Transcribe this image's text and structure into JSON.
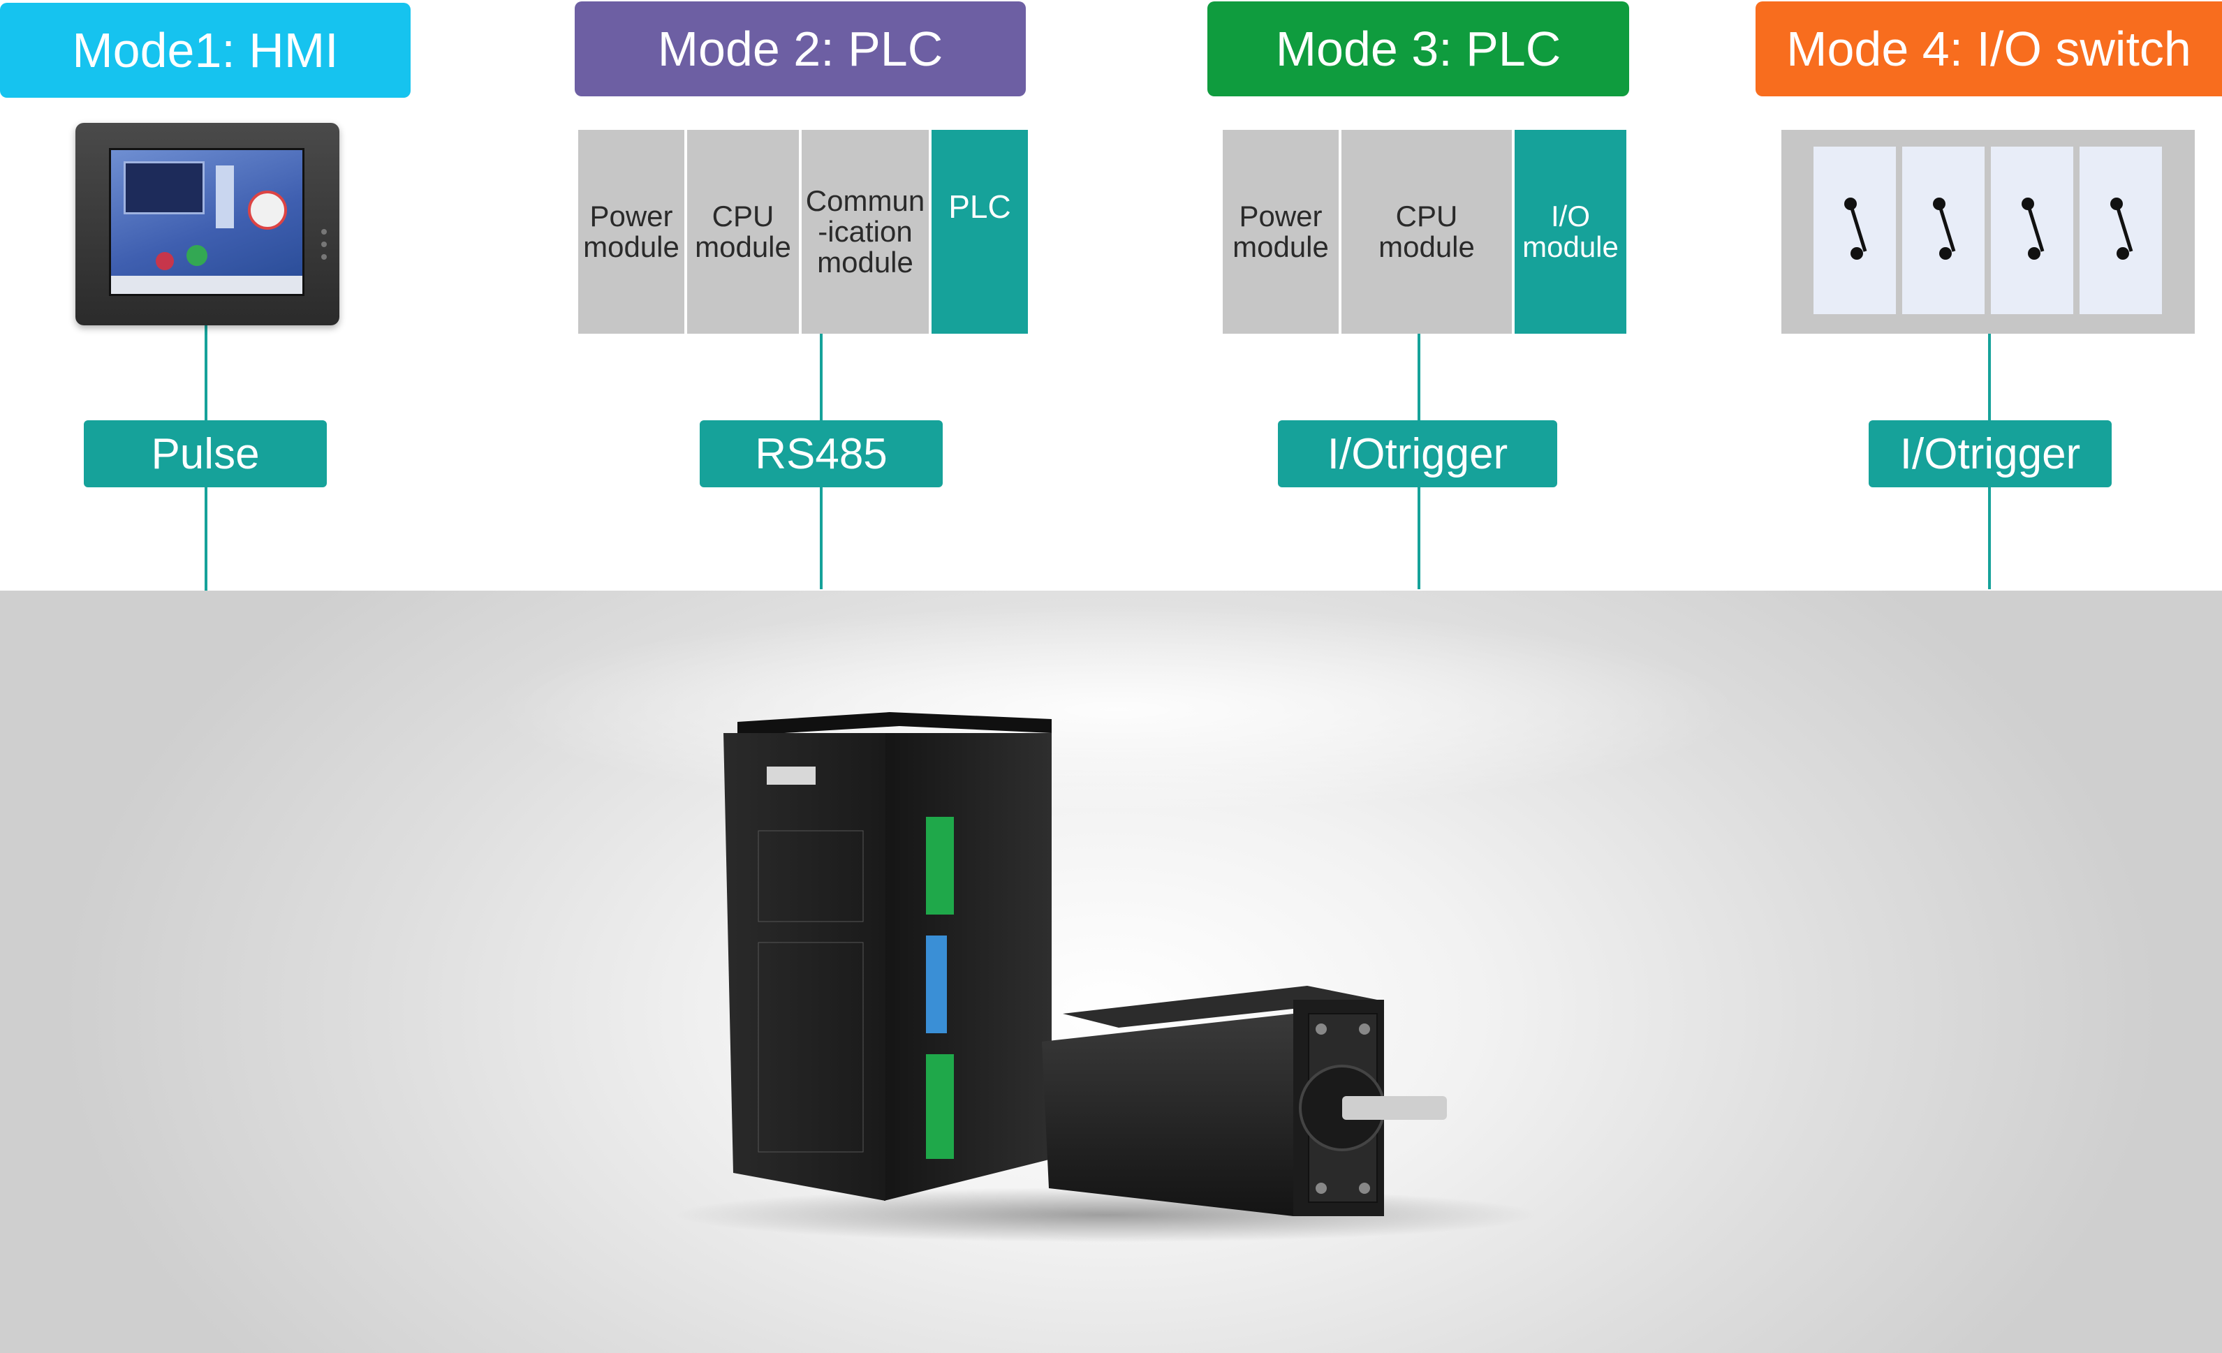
{
  "modes": [
    {
      "title": "Mode1: HMI",
      "color": "#16c3ef",
      "signal": "Pulse"
    },
    {
      "title": "Mode 2: PLC",
      "color": "#6d5fa3",
      "signal": "RS485",
      "modules": [
        {
          "label": "Power\nmodule",
          "fill": "gray"
        },
        {
          "label": "CPU\nmodule",
          "fill": "gray"
        },
        {
          "label": "Commun\n-ication\nmodule",
          "fill": "gray"
        },
        {
          "label": "PLC",
          "fill": "teal"
        }
      ]
    },
    {
      "title": "Mode 3: PLC",
      "color": "#0f9c3e",
      "signal": "I/Otrigger",
      "modules": [
        {
          "label": "Power\nmodule",
          "fill": "gray"
        },
        {
          "label": "CPU\nmodule",
          "fill": "gray"
        },
        {
          "label": "I/O\nmodule",
          "fill": "teal"
        }
      ]
    },
    {
      "title": "Mode 4: I/O switch",
      "color": "#f86d1e",
      "signal": "I/Otrigger",
      "switch_count": 4
    }
  ],
  "icons": {
    "hmi": "hmi-touchscreen-image",
    "switch": "toggle-switch-icon",
    "drive": "stepper-drive-image",
    "motor": "stepper-motor-image"
  },
  "colors": {
    "teal": "#16a29a",
    "module_gray": "#c6c6c6"
  }
}
